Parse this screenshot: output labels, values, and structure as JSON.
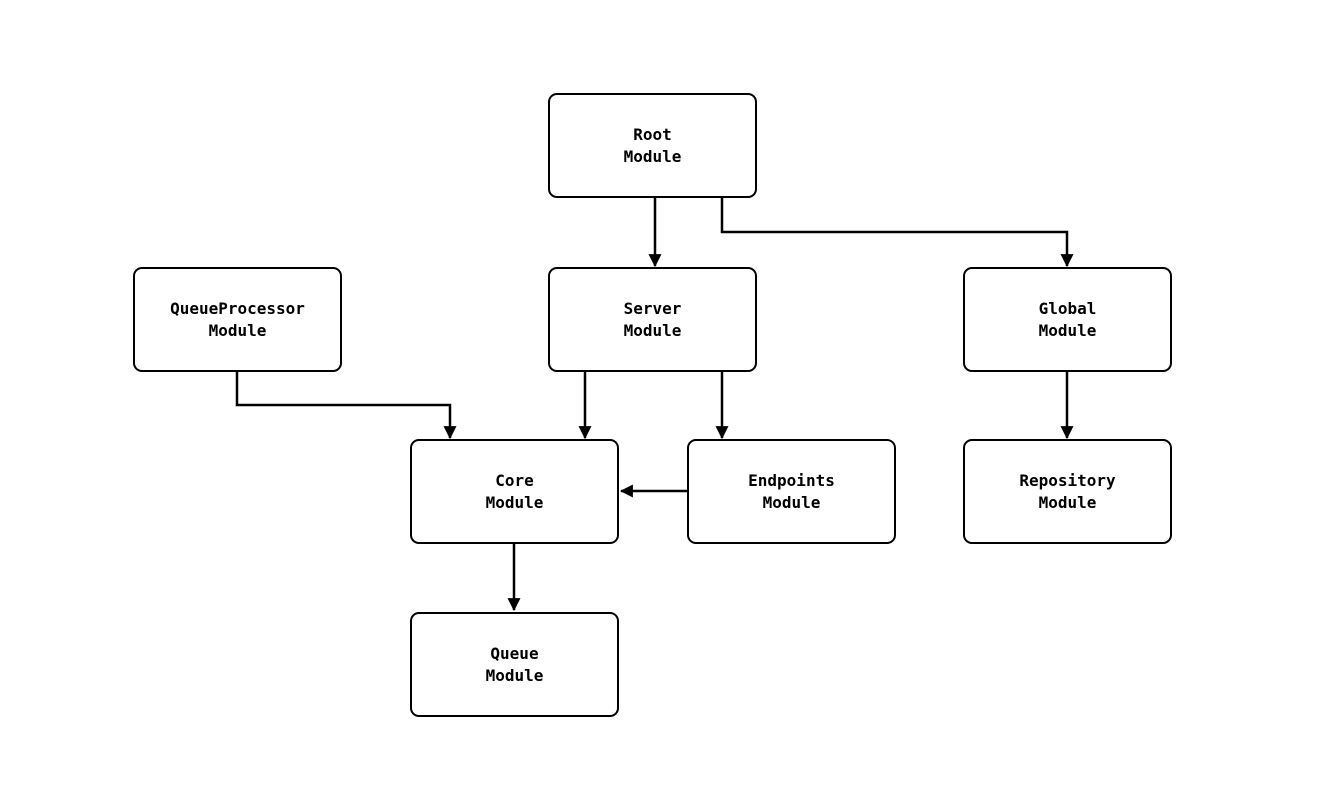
{
  "diagram": {
    "type": "module-dependency-graph",
    "colors": {
      "background": "#ffffff",
      "node_fill": "#ffffff",
      "node_border": "#000000",
      "edge": "#000000",
      "text": "#000000"
    },
    "nodes": {
      "root": {
        "line1": "Root",
        "line2": "Module"
      },
      "server": {
        "line1": "Server",
        "line2": "Module"
      },
      "queueprocessor": {
        "line1": "QueueProcessor",
        "line2": "Module"
      },
      "global": {
        "line1": "Global",
        "line2": "Module"
      },
      "core": {
        "line1": "Core",
        "line2": "Module"
      },
      "endpoints": {
        "line1": "Endpoints",
        "line2": "Module"
      },
      "repository": {
        "line1": "Repository",
        "line2": "Module"
      },
      "queue": {
        "line1": "Queue",
        "line2": "Module"
      }
    },
    "edges": [
      {
        "from": "Root Module",
        "to": "Server Module"
      },
      {
        "from": "Root Module",
        "to": "Global Module"
      },
      {
        "from": "QueueProcessor Module",
        "to": "Core Module"
      },
      {
        "from": "Server Module",
        "to": "Core Module"
      },
      {
        "from": "Server Module",
        "to": "Endpoints Module"
      },
      {
        "from": "Endpoints Module",
        "to": "Core Module"
      },
      {
        "from": "Global Module",
        "to": "Repository Module"
      },
      {
        "from": "Core Module",
        "to": "Queue Module"
      }
    ]
  }
}
